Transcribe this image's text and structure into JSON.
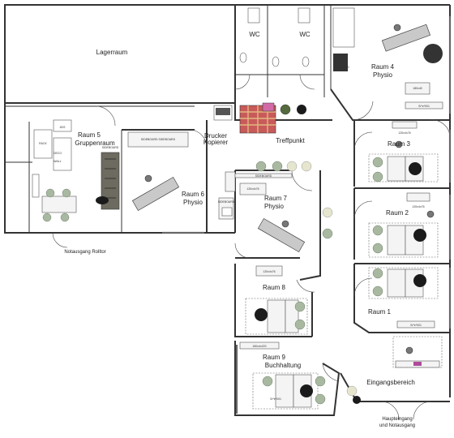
{
  "rooms": {
    "lagerraum": "Lagerraum",
    "wc": [
      "WC",
      "WC"
    ],
    "raum4": [
      "Raum 4",
      "Physio"
    ],
    "raum5": [
      "Raum 5",
      "Gruppenraum"
    ],
    "raum6": [
      "Raum 6",
      "Physio"
    ],
    "raum7": [
      "Raum 7",
      "Physio"
    ],
    "raum3": "Raum 3",
    "raum2": "Raum 2",
    "raum1": "Raum 1",
    "raum8": "Raum 8",
    "raum9": [
      "Raum 9",
      "Buchhaltung"
    ],
    "drucker": [
      "Drucker",
      "Kopierer"
    ],
    "treffpunkt": "Treffpunkt",
    "eingangsbereich": "Eingangsbereich"
  },
  "exits": {
    "notausgang": "Notausgang Rolltor",
    "haupteingang": [
      "Haupteingang",
      "und Notausgang"
    ]
  },
  "furniture_labels": {
    "r7_desk": "120x4x76",
    "r3_desk": "120x4x76",
    "r2_desk": "120x4x76",
    "r1_desk": "S/*e*001",
    "r4_desk": "S/*e*001",
    "r8_desk": "120x4x76",
    "r9_desk": "180x4x220",
    "r9_table": "S/*e*001",
    "r4_cab": "180x40",
    "r5_sideboard": "SIDEBOARD",
    "r6_sideboard": "SIDEBOARD SIDEBOARD",
    "r7_strip": "SIDEBOARD",
    "r7_small": "SIDEBOARD",
    "r5_shelf1": "DECO",
    "r5_shelf2": "WALL",
    "r5_shelf3": "4DS",
    "r5_shelf4": "RACK",
    "r4_side": "180x40 x/80"
  }
}
